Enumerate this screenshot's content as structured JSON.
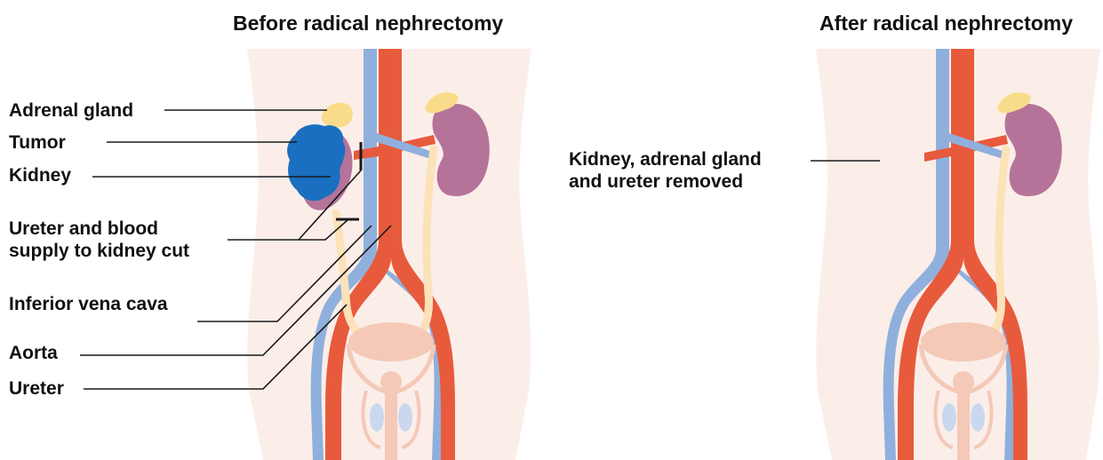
{
  "panels": [
    {
      "title": "Before radical nephrectomy"
    },
    {
      "title": "After radical nephrectomy"
    }
  ],
  "labels": {
    "adrenal_gland": "Adrenal gland",
    "tumor": "Tumor",
    "kidney": "Kidney",
    "ureter_cut_line1": "Ureter and blood",
    "ureter_cut_line2": "supply to kidney cut",
    "inferior_vena_cava": "Inferior vena cava",
    "aorta": "Aorta",
    "ureter": "Ureter",
    "removed_line1": "Kidney, adrenal gland",
    "removed_line2": "and ureter removed"
  },
  "colors": {
    "body": "#fbeee9",
    "aorta": "#e85a3c",
    "vena_cava": "#8fb0dc",
    "kidney": "#b5739a",
    "adrenal": "#f8dc8a",
    "ureter": "#fbe2b8",
    "tumor": "#1a6fc0",
    "bladder": "#f4c9b7"
  }
}
